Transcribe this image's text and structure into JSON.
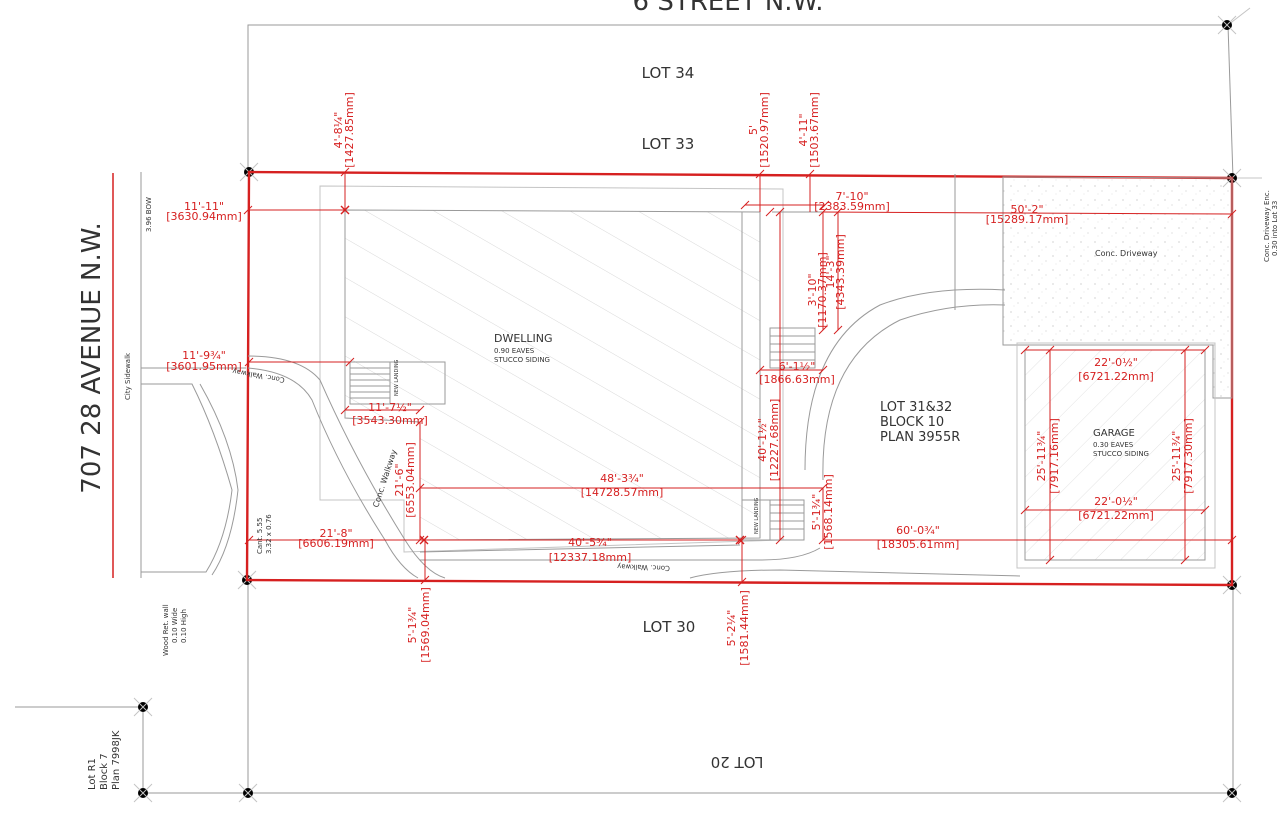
{
  "street_top": "6 STREET N.W.",
  "avenue": "707 28 AVENUE N.W.",
  "lots": {
    "lot34": "LOT 34",
    "lot33": "LOT 33",
    "lot30": "LOT 30",
    "lot20": "LOT 20"
  },
  "subject": {
    "line1": "LOT 31&32",
    "line2": "BLOCK 10",
    "line3": "PLAN 3955R"
  },
  "dwelling": {
    "title": "DWELLING",
    "eaves": "0.90 EAVES",
    "siding": "STUCCO SIDING"
  },
  "garage": {
    "title": "GARAGE",
    "eaves": "0.30 EAVES",
    "siding": "STUCCO SIDING"
  },
  "notes": {
    "driveway": "Conc. Driveway",
    "walkway": "Conc. Walkway",
    "city_sidewalk": "City Sidewalk",
    "bow": "3.96 BOW",
    "cant1": "Cant. 5.55",
    "cant2": "3.32 x 0.76",
    "wood1": "Wood Ret. wall",
    "wood2": "0.10 Wide",
    "wood3": "0.10 High",
    "enc1": "Conc. Driveway Enc.",
    "enc2": "0.30 into Lot 33",
    "landing": "NEW LANDING",
    "lotr1_1": "Lot R1",
    "lotr1_2": "Block 7",
    "lotr1_3": "Plan 7998JK"
  },
  "dims": {
    "d1_ft": "11'-11\"",
    "d1_mm": "[3630.94mm]",
    "d2_ft": "4'-8¼\"",
    "d2_mm": "[1427.85mm]",
    "d3_ft": "5'",
    "d3_mm": "[1520.97mm]",
    "d4_ft": "4'-11\"",
    "d4_mm": "[1503.67mm]",
    "d5_ft": "7'-10\"",
    "d5_mm": "[2383.59mm]",
    "d6_ft": "50'-2\"",
    "d6_mm": "[15289.17mm]",
    "d7_ft": "3'-10\"",
    "d7_mm": "[1170.37mm]",
    "d8_ft": "14'-3\"",
    "d8_mm": "[4343.39mm]",
    "d9_ft": "11'-9¾\"",
    "d9_mm": "[3601.95mm]",
    "d10_ft": "6'-1½\"",
    "d10_mm": "[1866.63mm]",
    "d11_ft": "11'-7½\"",
    "d11_mm": "[3543.30mm]",
    "d12_ft": "40'-1½\"",
    "d12_mm": "[12227.68mm]",
    "d13_ft": "21'-6\"",
    "d13_mm": "[6553.04mm]",
    "d14_ft": "48'-3¾\"",
    "d14_mm": "[14728.57mm]",
    "d15_ft": "21'-8\"",
    "d15_mm": "[6606.19mm]",
    "d16_ft": "40'-5¾\"",
    "d16_mm": "[12337.18mm]",
    "d17_ft": "5'-1¾\"",
    "d17_mm": "[1568.14mm]",
    "d18_ft": "60'-0¾\"",
    "d18_mm": "[18305.61mm]",
    "d19_ft": "22'-0½\"",
    "d19_mm": "[6721.22mm]",
    "d20_ft": "25'-11¾\"",
    "d20_mm": "[7917.16mm]",
    "d21_ft": "25'-11¾\"",
    "d21_mm": "[7917.30mm]",
    "d22_ft": "22'-0½\"",
    "d22_mm": "[6721.22mm]",
    "d23_ft": "5'-1¾\"",
    "d23_mm": "[1569.04mm]",
    "d24_ft": "5'-2¼\"",
    "d24_mm": "[1581.44mm]"
  }
}
